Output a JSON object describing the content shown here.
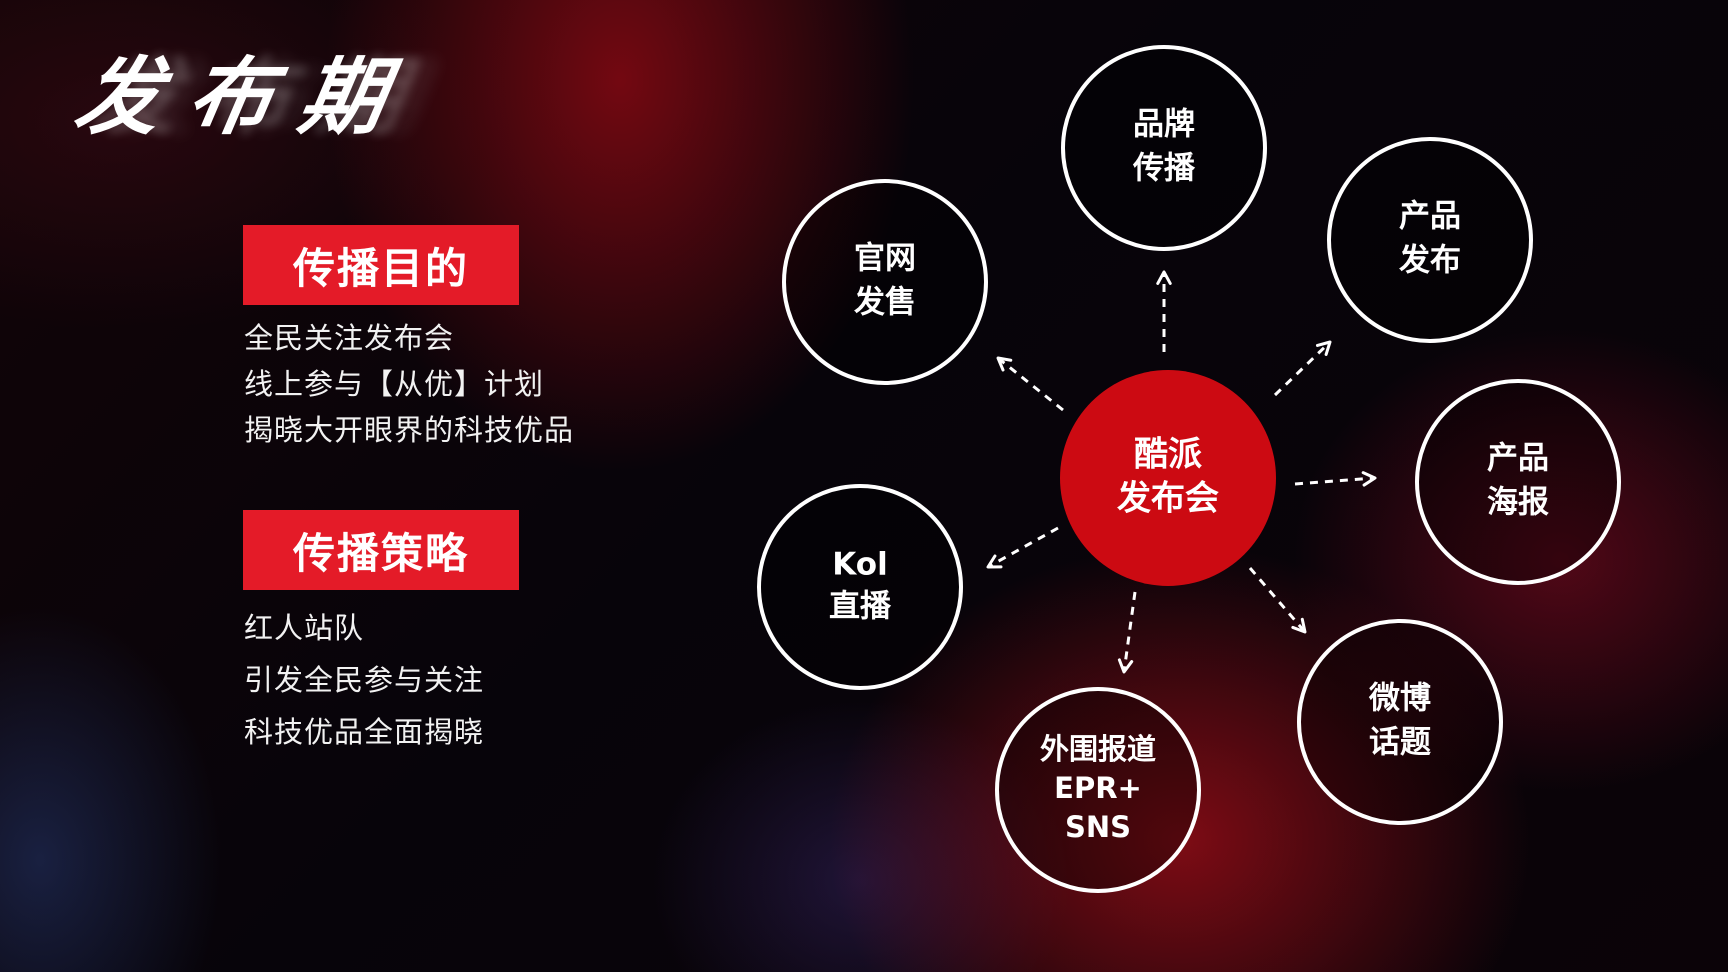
{
  "page_title": [
    "发",
    "布",
    "期"
  ],
  "sections": {
    "purpose": {
      "label": "传播目的",
      "lines": [
        "全民关注发布会",
        "线上参与【从优】计划",
        "揭晓大开眼界的科技优品"
      ]
    },
    "strategy": {
      "label": "传播策略",
      "lines": [
        "红人站队",
        "引发全民参与关注",
        "科技优品全面揭晓"
      ]
    }
  },
  "diagram": {
    "center": {
      "lines": [
        "酷派",
        "发布会"
      ]
    },
    "nodes": [
      {
        "id": "brand",
        "lines": [
          "品牌",
          "传播"
        ]
      },
      {
        "id": "product-launch",
        "lines": [
          "产品",
          "发布"
        ]
      },
      {
        "id": "product-poster",
        "lines": [
          "产品",
          "海报"
        ]
      },
      {
        "id": "weibo-topic",
        "lines": [
          "微博",
          "话题"
        ]
      },
      {
        "id": "peripheral-report",
        "lines": [
          "外围报道",
          "EPR+",
          "SNS"
        ]
      },
      {
        "id": "kol-live",
        "lines": [
          "Kol",
          "直播"
        ]
      },
      {
        "id": "official-sale",
        "lines": [
          "官网",
          "发售"
        ]
      }
    ],
    "colors": {
      "accent": "#e41b28",
      "center": "#cc0a12",
      "ring": "#ffffff"
    }
  }
}
